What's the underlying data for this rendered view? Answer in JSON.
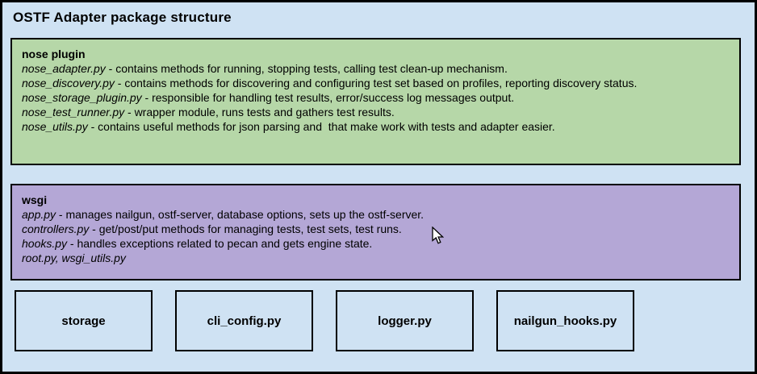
{
  "title": "OSTF Adapter package structure",
  "colors": {
    "frame_bg": "#cfe2f3",
    "green_bg": "#b6d7a8",
    "purple_bg": "#b4a7d6",
    "border": "#000000",
    "text": "#000000"
  },
  "boxes": {
    "nose_plugin": {
      "heading": "nose plugin",
      "lines": [
        {
          "file": "nose_adapter.py",
          "desc": " - contains methods for running, stopping tests, calling test clean-up mechanism."
        },
        {
          "file": "nose_discovery.py",
          "desc": " - contains methods for discovering and configuring test set based on profiles, reporting discovery status."
        },
        {
          "file": "nose_storage_plugin.py",
          "desc": " - responsible for handling test results, error/success log messages output."
        },
        {
          "file": "nose_test_runner.py",
          "desc": " - wrapper module, runs tests and gathers test results."
        },
        {
          "file": "nose_utils.py",
          "desc": " - contains useful methods for json parsing and  that make work with tests and adapter easier."
        }
      ]
    },
    "wsgi": {
      "heading": "wsgi",
      "lines": [
        {
          "file": "app.py",
          "desc": " - manages nailgun, ostf-server, database options, sets up the ostf-server."
        },
        {
          "file": "controllers.py",
          "desc": " - get/post/put methods for managing tests, test sets, test runs."
        },
        {
          "file": "hooks.py",
          "desc": " - handles exceptions related to pecan and gets engine state."
        },
        {
          "file": "root.py, wsgi_utils.py",
          "desc": ""
        }
      ]
    }
  },
  "bottom_boxes": [
    {
      "label": "storage"
    },
    {
      "label": "cli_config.py"
    },
    {
      "label": "logger.py"
    },
    {
      "label": "nailgun_hooks.py"
    }
  ]
}
